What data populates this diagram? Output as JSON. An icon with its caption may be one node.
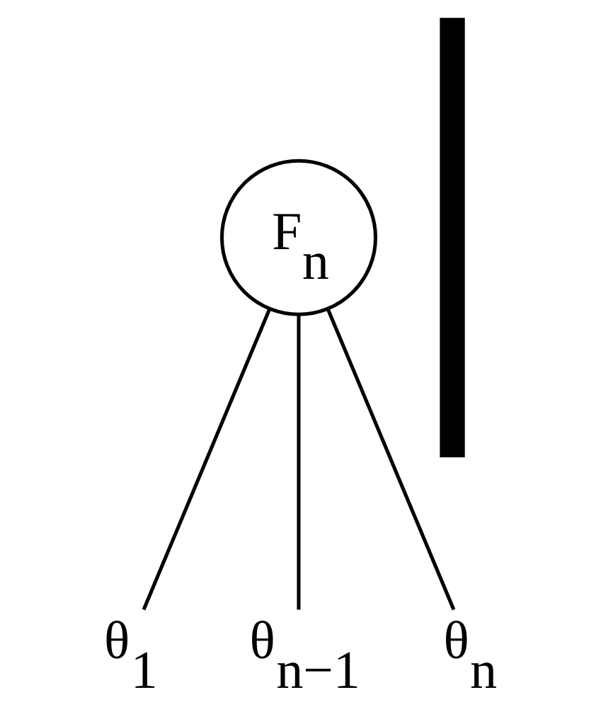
{
  "diagram": {
    "nodes": [
      {
        "text": [
          "F$_{n}$"
        ]
      },
      {
        "text": [
          "θ$_{1}$"
        ]
      },
      {
        "text": [
          "θ$_{n−1}$"
        ]
      },
      {
        "text": [
          "θ$_{n}$"
        ]
      },
      {
        "text": [],
        "shape": "bar"
      }
    ],
    "edges": [
      {
        "from": 0,
        "to": 1,
        "arrow": "none"
      },
      {
        "from": 0,
        "to": 2,
        "arrow": "none"
      },
      {
        "from": 0,
        "to": 3,
        "arrow": "none"
      }
    ]
  }
}
